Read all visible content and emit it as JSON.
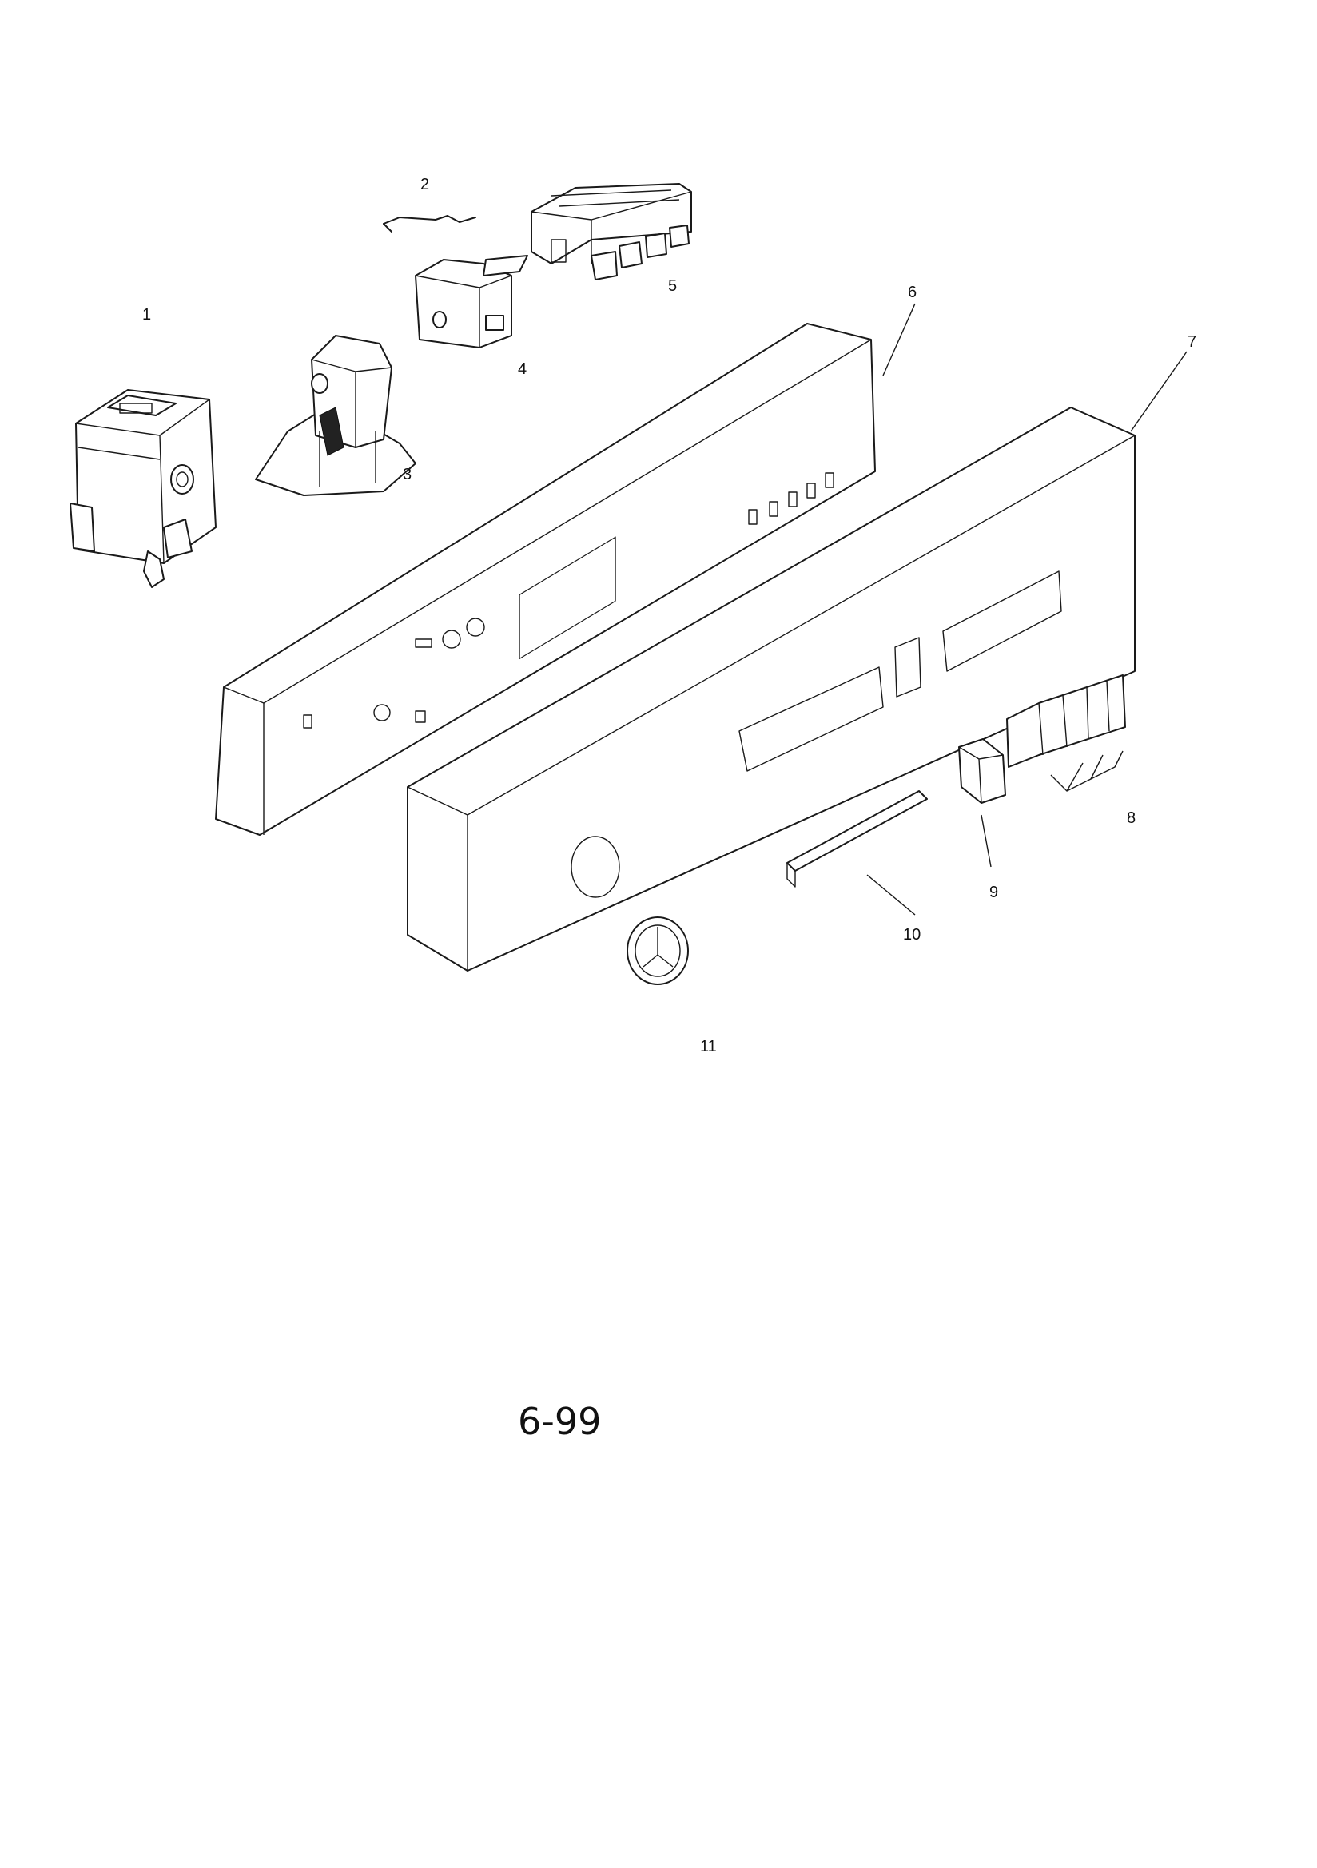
{
  "callouts": [
    {
      "id": "1",
      "label": "1"
    },
    {
      "id": "2",
      "label": "2"
    },
    {
      "id": "3",
      "label": "3"
    },
    {
      "id": "4",
      "label": "4"
    },
    {
      "id": "5",
      "label": "5"
    },
    {
      "id": "6",
      "label": "6"
    },
    {
      "id": "7",
      "label": "7"
    },
    {
      "id": "8",
      "label": "8"
    },
    {
      "id": "9",
      "label": "9"
    },
    {
      "id": "10",
      "label": "10"
    },
    {
      "id": "11",
      "label": "11"
    }
  ],
  "page_number": "6-99",
  "colors": {
    "line": "#1a1a1a",
    "background": "#ffffff"
  }
}
